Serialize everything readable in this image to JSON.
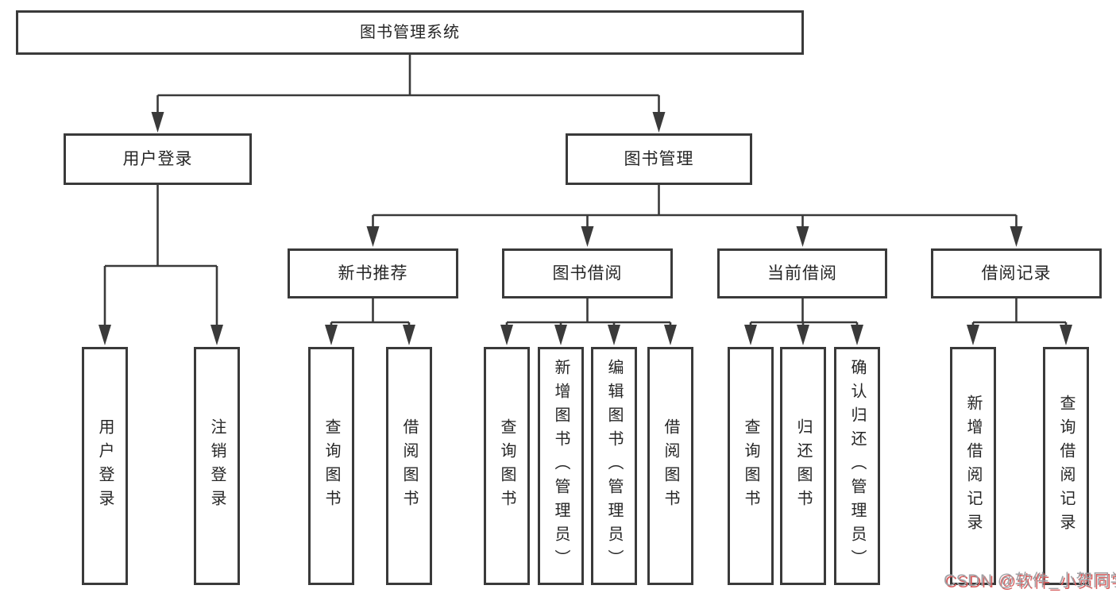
{
  "diagram": {
    "title": "图书管理系统",
    "level2": {
      "user_login": "用户登录",
      "book_mgmt": "图书管理"
    },
    "level3": {
      "new_book_rec": "新书推荐",
      "book_borrow": "图书借阅",
      "current_borrow": "当前借阅",
      "borrow_record": "借阅记录"
    },
    "leaves": {
      "user_login": "用户登录",
      "logout": "注销登录",
      "query_book_rec": "查询图书",
      "borrow_book_rec": "借阅图书",
      "query_book_borrow": "查询图书",
      "add_book_admin": "新增图书（管理员）",
      "edit_book_admin": "编辑图书（管理员）",
      "borrow_book": "借阅图书",
      "query_book_current": "查询图书",
      "return_book": "归还图书",
      "confirm_return_admin": "确认归还（管理员）",
      "add_borrow_record": "新增借阅记录",
      "query_borrow_record": "查询借阅记录"
    }
  },
  "watermark": "CSDN @软件_小贺同学",
  "colors": {
    "line": "#3a3a3a",
    "text": "#262626",
    "watermark_gray": "#9fa0a4",
    "watermark_red": "#d65f5f"
  }
}
